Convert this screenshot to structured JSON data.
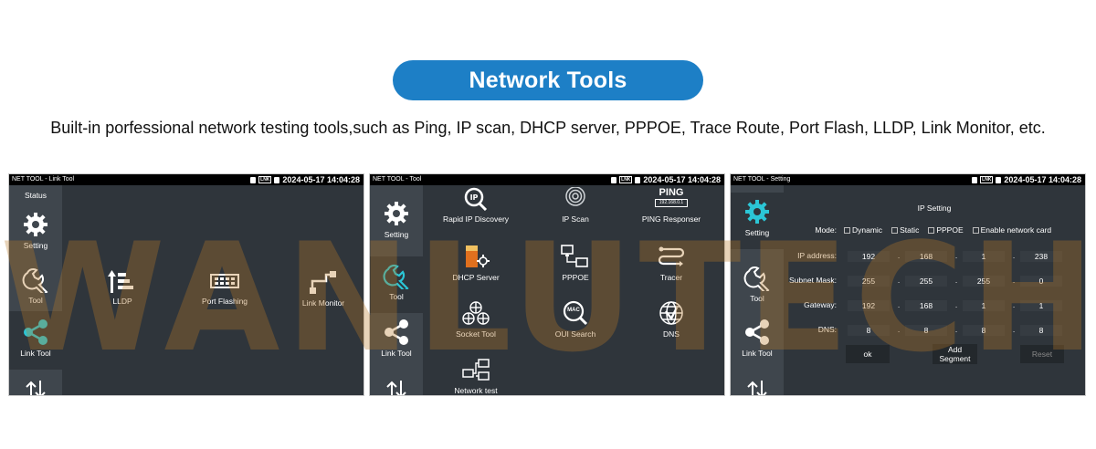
{
  "banner": {
    "title": "Network Tools",
    "subtitle": "Built-in porfessional network testing tools,such as Ping, IP scan, DHCP server, PPPOE, Trace Route, Port Flash, LLDP, Link Monitor, etc."
  },
  "watermark": "WANLUTECH",
  "colors": {
    "accent": "#1d7fc6",
    "teal": "#2bc6d6",
    "panel_bg": "#2f353b"
  },
  "panels": [
    {
      "window_title": "NET TOOL - Link Tool",
      "datetime": "2024-05-17 14:04:28",
      "sidebar": [
        {
          "label": "Status",
          "icon": "status-icon"
        },
        {
          "label": "Setting",
          "icon": "gear-icon"
        },
        {
          "label": "Tool",
          "icon": "wrench-icon"
        },
        {
          "label": "Link Tool",
          "icon": "share-icon"
        },
        {
          "label": "",
          "icon": "transfer-icon"
        }
      ],
      "tools": [
        {
          "label": "LLDP",
          "icon": "lldp-icon"
        },
        {
          "label": "Port Flashing",
          "icon": "port-flashing-icon"
        },
        {
          "label": "Link Monitor",
          "icon": "link-monitor-icon"
        }
      ]
    },
    {
      "window_title": "NET TOOL - Tool",
      "datetime": "2024-05-17 14:04:28",
      "sidebar": [
        {
          "label": "Setting",
          "icon": "gear-icon"
        },
        {
          "label": "Tool",
          "icon": "wrench-icon"
        },
        {
          "label": "Link Tool",
          "icon": "share-icon"
        },
        {
          "label": "",
          "icon": "transfer-icon"
        }
      ],
      "tools": [
        {
          "label": "Rapid IP Discovery",
          "icon": "ip-search-icon"
        },
        {
          "label": "IP Scan",
          "icon": "radar-icon"
        },
        {
          "label": "PING Responser",
          "icon": "ping-icon",
          "badge_title": "PING",
          "badge_ip": "192.168.0.1"
        },
        {
          "label": "DHCP Server",
          "icon": "dhcp-server-icon"
        },
        {
          "label": "PPPOE",
          "icon": "pppoe-icon"
        },
        {
          "label": "Tracer",
          "icon": "tracer-icon"
        },
        {
          "label": "Socket Tool",
          "icon": "socket-icon"
        },
        {
          "label": "OUI Search",
          "icon": "oui-search-icon",
          "badge_text": "MAC"
        },
        {
          "label": "DNS",
          "icon": "dns-icon"
        },
        {
          "label": "Network test",
          "icon": "network-test-icon"
        }
      ]
    },
    {
      "window_title": "NET TOOL - Setting",
      "datetime": "2024-05-17 14:04:28",
      "sidebar": [
        {
          "label": "Setting",
          "icon": "gear-icon"
        },
        {
          "label": "Tool",
          "icon": "wrench-icon"
        },
        {
          "label": "Link Tool",
          "icon": "share-icon"
        },
        {
          "label": "",
          "icon": "transfer-icon"
        }
      ],
      "form": {
        "title": "IP Setting",
        "mode_label": "Mode:",
        "modes": [
          "Dynamic",
          "Static",
          "PPPOE",
          "Enable network card"
        ],
        "fields": [
          {
            "label": "IP address:",
            "values": [
              "192",
              "168",
              "1",
              "238"
            ]
          },
          {
            "label": "Subnet Mask:",
            "values": [
              "255",
              "255",
              "255",
              "0"
            ]
          },
          {
            "label": "Gateway:",
            "values": [
              "192",
              "168",
              "1",
              "1"
            ]
          },
          {
            "label": "DNS:",
            "values": [
              "8",
              "8",
              "8",
              "8"
            ]
          }
        ],
        "buttons": {
          "ok": "ok",
          "add_segment_line1": "Add",
          "add_segment_line2": "Segment",
          "reset": "Reset"
        }
      }
    }
  ]
}
